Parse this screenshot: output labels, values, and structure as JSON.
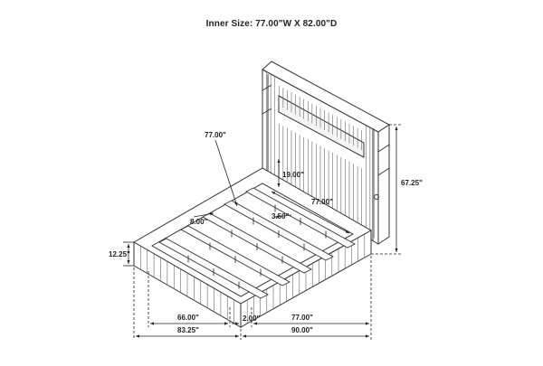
{
  "title": "Inner Size: 77.00\"W X 82.00\"D",
  "dimensions": {
    "headboard_width": "77.00\"",
    "headboard_panel_height": "19.00\"",
    "inner_width": "77.00\"",
    "slat_width": "8.00\"",
    "slat_gap": "3.50\"",
    "total_height": "67.25\"",
    "side_rail_height": "12.25\"",
    "inner_length": "66.00\"",
    "overall_length": "83.25\"",
    "frame_thickness": "2.00\"",
    "front_inner_width": "77.00\"",
    "overall_width": "90.00\""
  }
}
